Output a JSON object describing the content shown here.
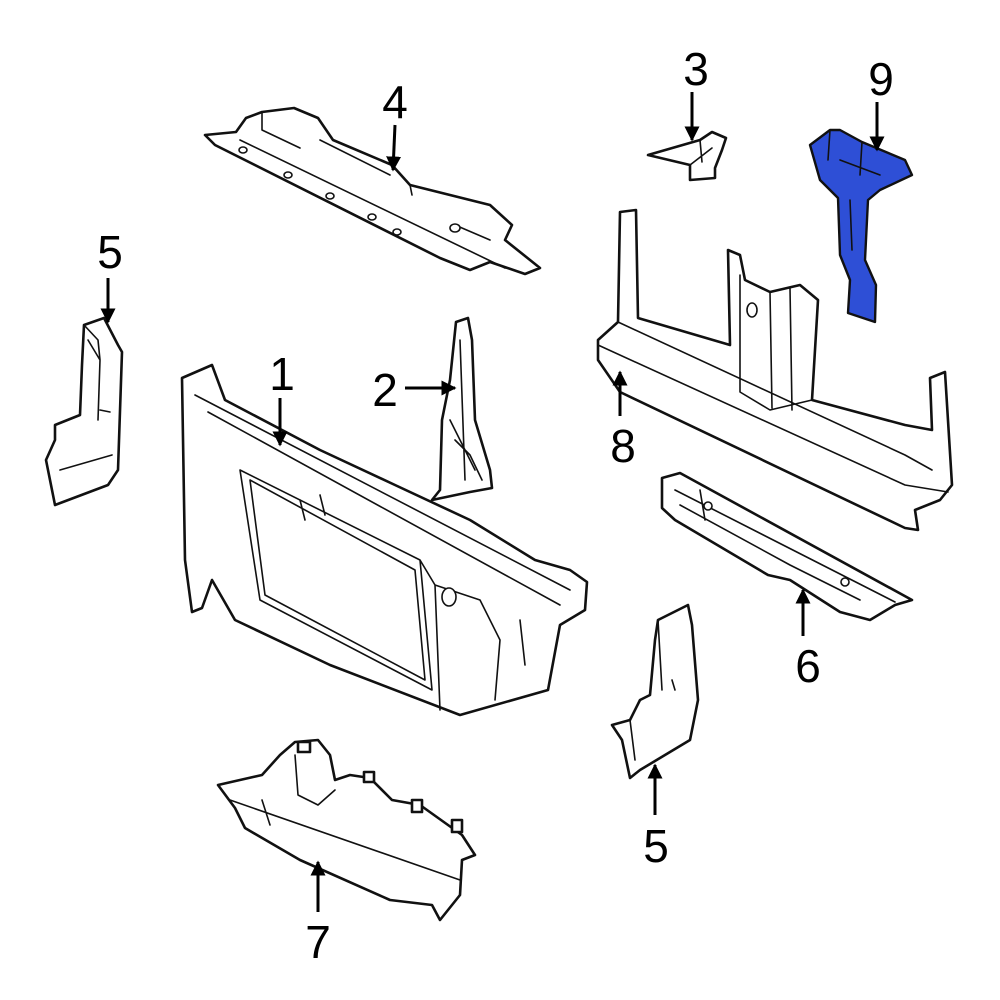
{
  "colors": {
    "highlight": "#2E4FD6",
    "outline": "#111111",
    "background": "#ffffff"
  },
  "callouts": {
    "c1": "1",
    "c2": "2",
    "c3": "3",
    "c4": "4",
    "c5a": "5",
    "c5b": "5",
    "c6": "6",
    "c7": "7",
    "c8": "8",
    "c9": "9"
  }
}
